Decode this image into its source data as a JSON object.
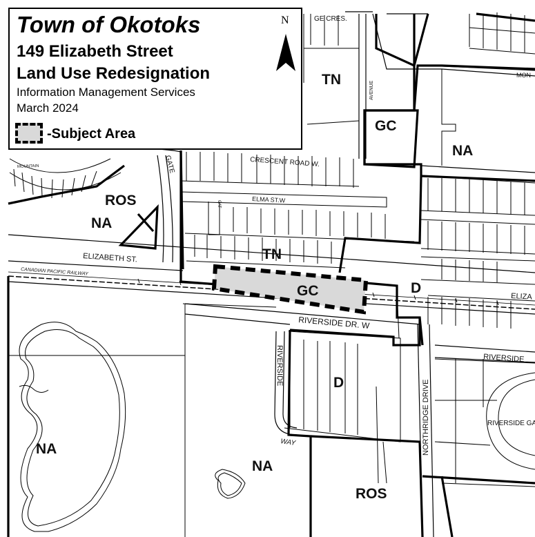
{
  "legend": {
    "town": "Town of Okotoks",
    "address": "149 Elizabeth Street",
    "title": "Land Use Redesignation",
    "department": "Information Management Services",
    "date": "March 2024",
    "subject_area": "-Subject Area",
    "north": "N"
  },
  "zones": {
    "tn_top": "TN",
    "gc_top": "GC",
    "na_east": "NA",
    "ros_west": "ROS",
    "na_west": "NA",
    "tn_mid": "TN",
    "gc_subject": "GC",
    "d_center": "D",
    "d_south": "D",
    "na_southwest": "NA",
    "na_south": "NA",
    "ros_south": "ROS"
  },
  "streets": {
    "crescent_road": "CRESCENT ROAD W.",
    "elma": "ELMA ST.W",
    "elizabeth": "ELIZABETH ST.",
    "railway": "CANADIAN PACIFIC RAILWAY",
    "riverside_dr": "RIVERSIDE DR. W",
    "riverside_v": "RIVERSIDE",
    "way": "WAY",
    "northridge": "NORTHRIDGE DRIVE",
    "riverside_gate": "RIVERSIDE GATE",
    "riverside_e": "RIVERSIDE",
    "eliza": "ELIZA",
    "mountain": "MOUNTAIN",
    "avenue": "AVENUE",
    "north_cres": "GE CRES.",
    "gate": "GATE",
    "mon": "MON",
    "cat": "CAT"
  }
}
